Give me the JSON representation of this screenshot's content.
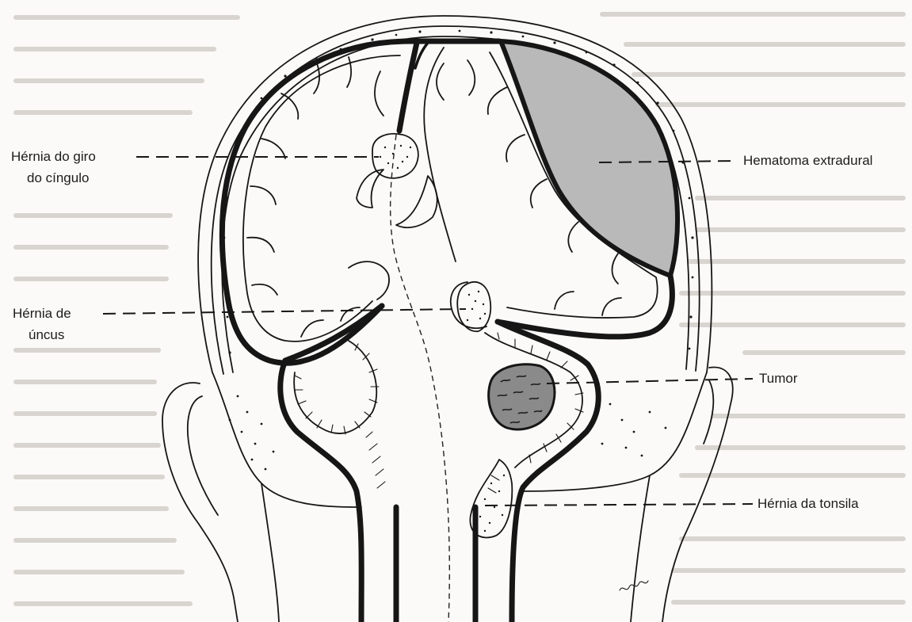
{
  "figure": {
    "labels": {
      "cingulate_hernia": {
        "line1": "Hérnia do giro",
        "line2": "do cíngulo"
      },
      "uncus_hernia": {
        "line1": "Hérnia de",
        "line2": "úncus"
      },
      "extradural_hematoma": "Hematoma extradural",
      "tumor": "Tumor",
      "tonsil_hernia": "Hérnia da tonsila"
    },
    "colors": {
      "ink": "#161616",
      "hematoma_fill": "#b9b9b9",
      "tumor_fill": "#8a8a8a",
      "background_text": "#d8d4cf"
    }
  }
}
